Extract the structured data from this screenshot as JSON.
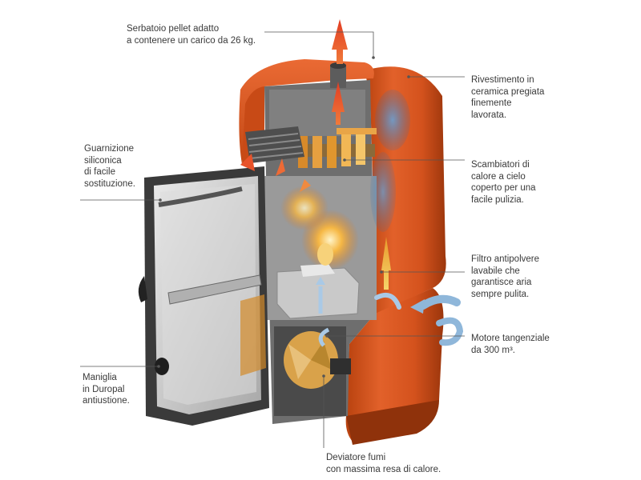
{
  "callouts": {
    "tank": {
      "lines": [
        "Serbatoio pellet adatto",
        "a contenere un carico da 26 kg."
      ]
    },
    "ceramic": {
      "lines": [
        "Rivestimento in",
        "ceramica pregiata",
        "finemente",
        "lavorata."
      ]
    },
    "gasket": {
      "lines": [
        "Guarnizione",
        "siliconica",
        "di facile",
        "sostituzione."
      ]
    },
    "exchanger": {
      "lines": [
        "Scambiatori di",
        "calore a cielo",
        "coperto per una",
        "facile pulizia."
      ]
    },
    "filter": {
      "lines": [
        "Filtro antipolvere",
        "lavabile che",
        "garantisce aria",
        "sempre pulita."
      ]
    },
    "motor": {
      "lines": [
        "Motore tangenziale",
        "da 300 m³."
      ]
    },
    "handle": {
      "lines": [
        "Maniglia",
        "in Duropal",
        "antiustione."
      ]
    },
    "deflector": {
      "lines": [
        "Deviatore fumi",
        "con massima resa di calore."
      ]
    }
  },
  "colors": {
    "ceramic_orange": "#d9541e",
    "ceramic_dark": "#a23a10",
    "steel": "#9a9a9a",
    "hot_air": "#e9532a",
    "cold_air": "#8fb7da",
    "flame": "#f2a530",
    "leader_line": "#555555"
  },
  "icons": {
    "hot_air_arrow": "arrow-up-icon",
    "cold_air_arrow": "swirl-arrow-icon"
  }
}
